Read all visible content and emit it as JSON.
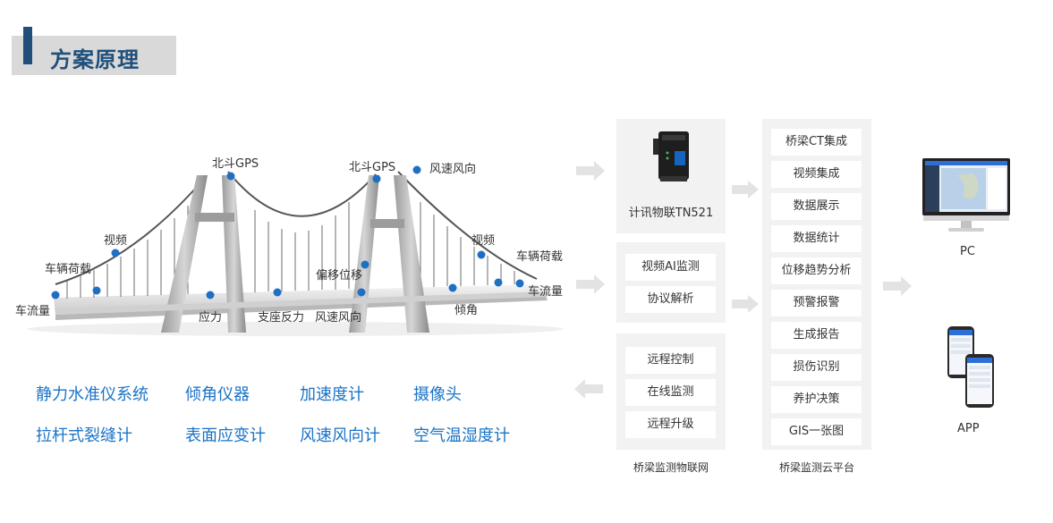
{
  "title": "方案原理",
  "bridge": {
    "labels": {
      "beidou_left": "北斗GPS",
      "beidou_right": "北斗GPS",
      "wind_top": "风速风向",
      "video_left": "视频",
      "video_right": "视频",
      "load_left": "车辆荷载",
      "load_right": "车辆荷载",
      "traffic_left": "车流量",
      "traffic_right": "车流量",
      "displacement": "偏移位移",
      "stress": "应力",
      "support": "支座反力",
      "wind_deck": "风速风向",
      "tilt": "倾角"
    }
  },
  "instruments": [
    "静力水准仪系统",
    "倾角仪器",
    "加速度计",
    "摄像头",
    "拉杆式裂缝计",
    "表面应变计",
    "风速风向计",
    "空气温湿度计"
  ],
  "iot": {
    "device_name": "计讯物联TN521",
    "functions_a": [
      "视频AI监测",
      "协议解析"
    ],
    "functions_b": [
      "远程控制",
      "在线监测",
      "远程升级"
    ],
    "caption": "桥梁监测物联网"
  },
  "cloud": {
    "items": [
      "桥梁CT集成",
      "视频集成",
      "数据展示",
      "数据统计",
      "位移趋势分析",
      "预警报警",
      "生成报告",
      "损伤识别",
      "养护决策",
      "GIS一张图"
    ],
    "caption": "桥梁监测云平台"
  },
  "terminals": {
    "pc": "PC",
    "app": "APP"
  },
  "colors": {
    "accent": "#1f4f7a",
    "instrument": "#1a73c6",
    "sensor_dot": "#1f6fc4"
  }
}
